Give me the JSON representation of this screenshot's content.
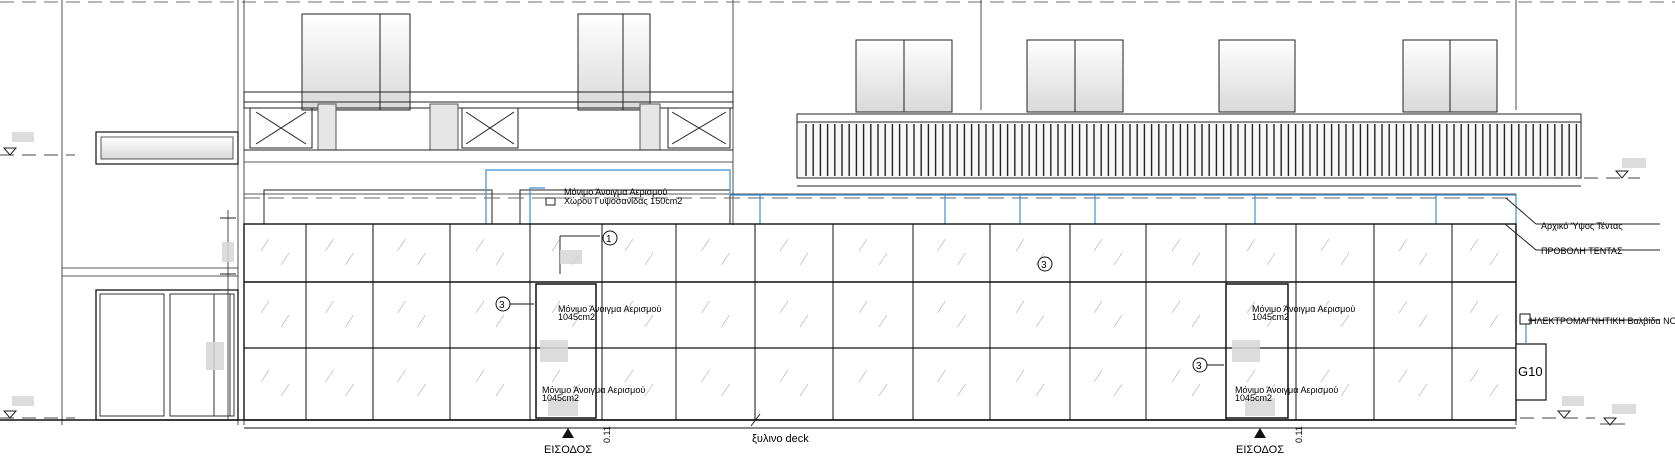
{
  "annotations": {
    "vent_space": "Μόνιμο Άνοιγμα Αερισμού",
    "vent_space_2": "Χώρου Γυψοσανίδας 150cm2",
    "vent_1045_label": "Μόνιμο Άνοιγμα Αερισμού",
    "vent_1045_value": "1045cm2",
    "vent_104_value": "1045cm2",
    "awning_height": "Αρχικό Ύψος Τέντας",
    "awning_projection": "ΠΡΟΒΟΛΗ ΤΕΝΤΑΣ",
    "gas_valve": "ΗΛΕΚΤΡΟΜΑΓΝΗΤΙΚΗ Βαλβίδα ΝΟ",
    "deck": "ξυλινο deck",
    "entrance": "ΕΙΣΟΔΟΣ",
    "meter": "G10",
    "dim_011": "0.11"
  },
  "markers": {
    "one": "1",
    "three": "3"
  }
}
